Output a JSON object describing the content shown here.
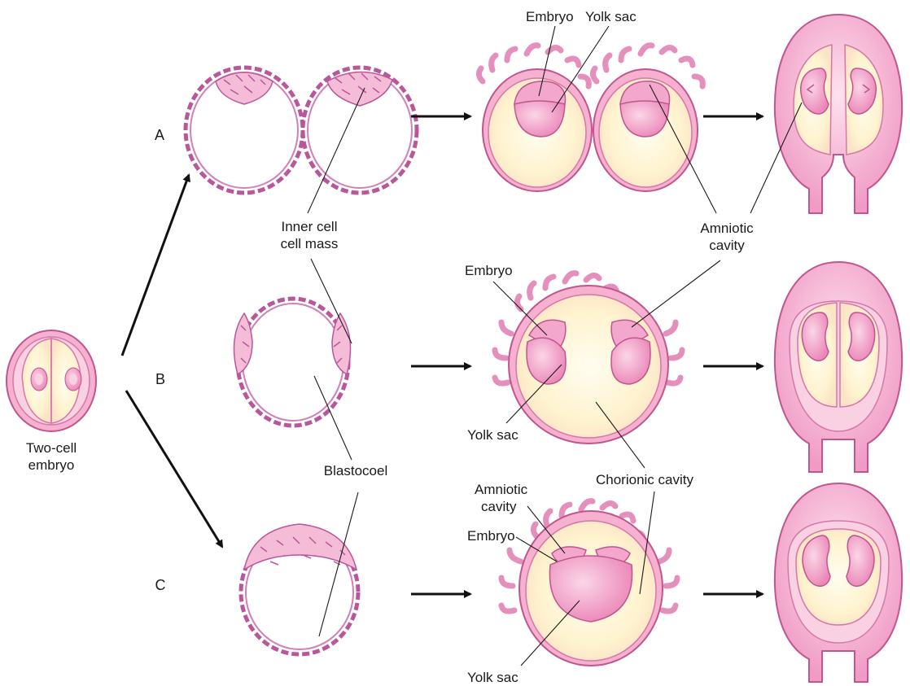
{
  "rows": {
    "a": "A",
    "b": "B",
    "c": "C"
  },
  "labels": {
    "two_cell_line1": "Two-cell",
    "two_cell_line2": "embryo",
    "inner_cell_line1": "Inner cell",
    "inner_cell_line2": "cell mass",
    "blastocoel": "Blastocoel",
    "embryo_a": "Embryo",
    "yolk_sac_a": "Yolk sac",
    "amniotic_line1": "Amniotic",
    "amniotic_line2": "cavity",
    "embryo_b": "Embryo",
    "yolk_sac_b": "Yolk sac",
    "chorionic_cavity": "Chorionic cavity",
    "amniotic_c_line1": "Amniotic",
    "amniotic_c_line2": "cavity",
    "embryo_c": "Embryo",
    "yolk_sac_c": "Yolk sac"
  },
  "colors": {
    "pink_fill": "#f7b8d6",
    "pink_dark": "#c0568f",
    "cream": "#fff6d8",
    "cell_stroke": "#b8579a"
  }
}
